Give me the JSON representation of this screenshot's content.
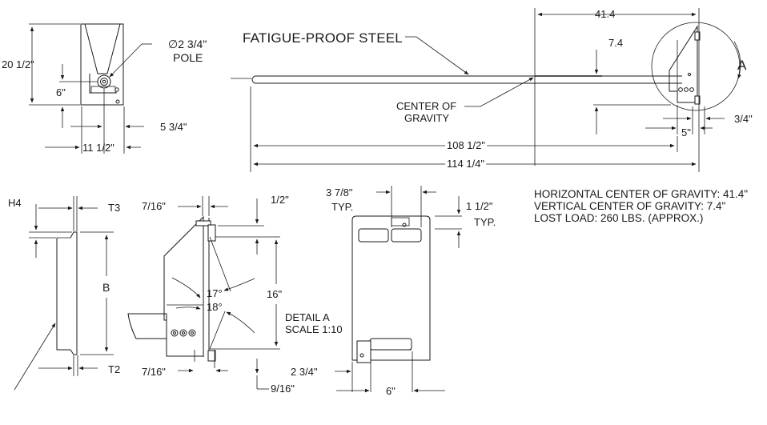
{
  "top_view": {
    "dim_height": "20 1/2\"",
    "dim_offset": "6\"",
    "pole_dia": "∅2 3/4\"",
    "pole_label": "POLE",
    "dim_half": "5 3/4\"",
    "dim_width": "11 1/2\""
  },
  "arm": {
    "material": "FATIGUE-PROOF STEEL",
    "dim_h_cog": "41.4",
    "dim_v_cog": "7.4",
    "cog_label_1": "CENTER OF",
    "cog_label_2": "GRAVITY",
    "detail_marker": "A",
    "dim_34": "3/4\"",
    "dim_5": "5\"",
    "dim_108": "108 1/2\"",
    "dim_114": "114 1/4\""
  },
  "section": {
    "h4": "H4",
    "t3": "T3",
    "b": "B",
    "t2": "T2"
  },
  "detail_a": {
    "dim_716_top": "7/16\"",
    "dim_12": "1/2\"",
    "angle_17": "17°",
    "angle_18": "18°",
    "dim_16": "16\"",
    "title": "DETAIL A",
    "scale": "SCALE 1:10",
    "dim_716_bot": "7/16\"",
    "dim_916": "9/16\""
  },
  "plate": {
    "dim_378": "3 7/8\"",
    "typ_1": "TYP.",
    "dim_112": "1 1/2\"",
    "typ_2": "TYP.",
    "dim_234": "2 3/4\"",
    "dim_6": "6\""
  },
  "notes": {
    "line1": "HORIZONTAL CENTER OF GRAVITY: 41.4\"",
    "line2": "VERTICAL CENTER OF GRAVITY: 7.4\"",
    "line3": "LOST LOAD: 260 LBS. (APPROX.)"
  }
}
